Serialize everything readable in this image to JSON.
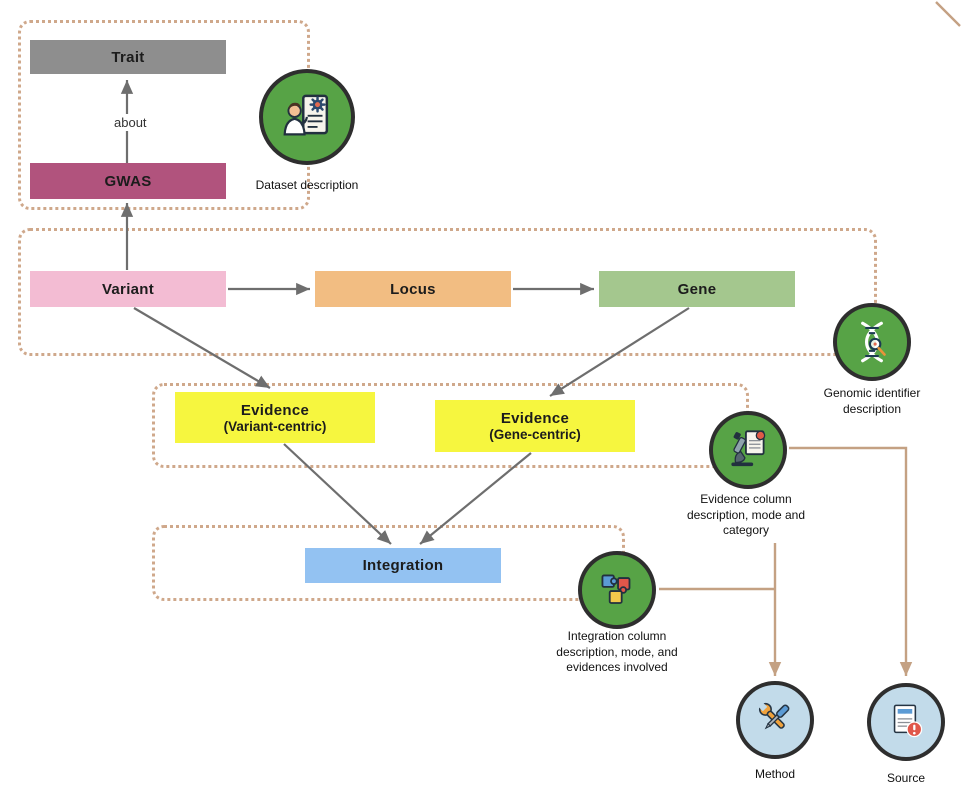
{
  "nodes": {
    "trait": "Trait",
    "gwas": "GWAS",
    "variant": "Variant",
    "locus": "Locus",
    "gene": "Gene",
    "evidence_variant": {
      "line1": "Evidence",
      "line2": "(Variant-centric)"
    },
    "evidence_gene": {
      "line1": "Evidence",
      "line2": "(Gene-centric)"
    },
    "integration": "Integration"
  },
  "edges": {
    "about": "about"
  },
  "captions": {
    "dataset": "Dataset description",
    "genomic": "Genomic identifier description",
    "evidence": "Evidence column description, mode and category",
    "integration": "Integration column description, mode, and evidences involved",
    "method": "Method",
    "source": "Source"
  },
  "colors": {
    "trait_box": "#8e8e8e",
    "gwas_box": "#b1537d",
    "variant_box": "#f3bcd3",
    "locus_box": "#f2bd82",
    "gene_box": "#a4c78e",
    "evidence_box": "#f6f63f",
    "integration_box": "#93c2f2",
    "icon_green": "#57a346",
    "icon_blue": "#c2dbea",
    "dotted_border": "#cfa88b",
    "arrow_gray": "#6e6e6e",
    "arrow_tan": "#c4a183"
  }
}
